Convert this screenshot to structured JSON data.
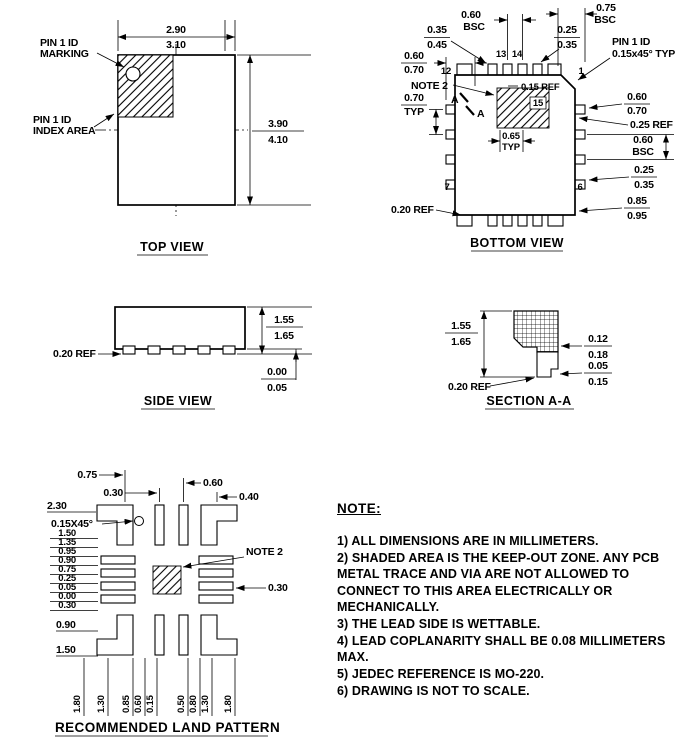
{
  "top_view": {
    "title": "TOP VIEW",
    "dim_width_min": "2.90",
    "dim_width_max": "3.10",
    "dim_height_min": "3.90",
    "dim_height_max": "4.10",
    "pin1_marking_label_1": "PIN 1 ID",
    "pin1_marking_label_2": "MARKING",
    "pin1_index_label_1": "PIN 1 ID",
    "pin1_index_label_2": "INDEX AREA"
  },
  "bottom_view": {
    "title": "BOTTOM VIEW",
    "pitch_top": "0.60",
    "pitch_top_unit": "BSC",
    "corner_dim": "0.75",
    "corner_dim_unit": "BSC",
    "lead_width_min": "0.35",
    "lead_width_max": "0.45",
    "lead_width2_min": "0.25",
    "lead_width2_max": "0.35",
    "pin1_id_label_1": "PIN 1 ID",
    "pin1_id_label_2": "0.15x45° TYP",
    "lead_len_left_min": "0.60",
    "lead_len_left_max": "0.70",
    "note2_ref": "NOTE 2",
    "pitch_left": "0.70",
    "pitch_left_unit": "TYP",
    "chamfer_ref": "0.15 REF",
    "lead_len_right_min": "0.60",
    "lead_len_right_max": "0.70",
    "edge_ref": "0.25 REF",
    "pitch_right": "0.60",
    "pitch_right_unit": "BSC",
    "lead_width3_min": "0.25",
    "lead_width3_max": "0.35",
    "pad_edge_min": "0.85",
    "pad_edge_max": "0.95",
    "bottom_ref": "0.20 REF",
    "epad_pitch": "0.65",
    "epad_pitch_unit": "TYP",
    "pin_13": "13",
    "pin_14": "14",
    "pin_12": "12",
    "pin_1": "1",
    "pin_15": "15",
    "pin_7": "7",
    "pin_6": "6",
    "section_a1": "A",
    "section_a2": "A"
  },
  "side_view": {
    "title": "SIDE VIEW",
    "height_min": "1.55",
    "height_max": "1.65",
    "lead_ref": "0.20 REF",
    "standoff_min": "0.00",
    "standoff_max": "0.05"
  },
  "section_aa": {
    "title": "SECTION A-A",
    "height_min": "1.55",
    "height_max": "1.65",
    "flank_min": "0.12",
    "flank_max": "0.18",
    "step_min": "0.05",
    "step_max": "0.15",
    "ref": "0.20 REF"
  },
  "land_pattern": {
    "title": "RECOMMENDED LAND PATTERN",
    "dim_075": "0.75",
    "dim_030_top": "0.30",
    "dim_060": "0.60",
    "dim_040": "0.40",
    "dim_230": "2.30",
    "chamfer": "0.15X45°",
    "left_stack": [
      "1.50",
      "1.35",
      "0.95",
      "0.90",
      "0.75",
      "0.25",
      "0.05",
      "0.00",
      "0.30"
    ],
    "note2_ref": "NOTE 2",
    "dim_030_right": "0.30",
    "dim_090": "0.90",
    "dim_150": "1.50",
    "bottom_stack": [
      "1.80",
      "1.30",
      "0.85",
      "0.60",
      "0.15",
      "0.50",
      "0.80",
      "1.30",
      "1.80"
    ]
  },
  "notes": {
    "heading": "NOTE:",
    "items": [
      "1) ALL DIMENSIONS ARE IN MILLIMETERS.",
      "2) SHADED AREA IS THE KEEP-OUT ZONE. ANY PCB METAL TRACE AND VIA ARE NOT ALLOWED TO CONNECT TO THIS AREA ELECTRICALLY OR MECHANICALLY.",
      "3) THE LEAD SIDE IS WETTABLE.",
      "4) LEAD COPLANARITY SHALL BE 0.08 MILLIMETERS MAX.",
      "5) JEDEC REFERENCE IS MO-220.",
      "6) DRAWING IS NOT TO SCALE."
    ]
  }
}
